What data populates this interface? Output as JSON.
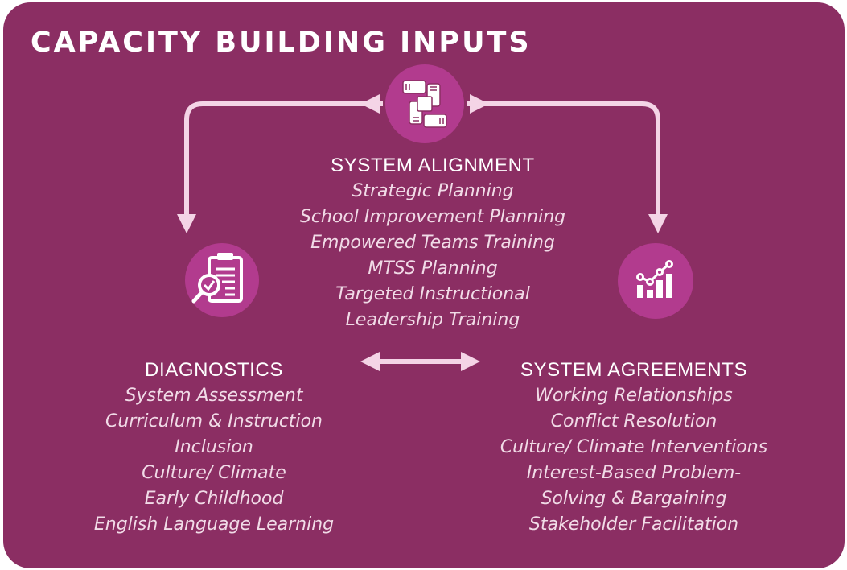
{
  "title": "CAPACITY BUILDING INPUTS",
  "colors": {
    "background": "#8b2e63",
    "icon_circle": "#b23b8e",
    "arrow": "#f4d4e6",
    "text": "#ffffff"
  },
  "nodes": {
    "system_alignment": {
      "icon": "hands-teamwork-icon",
      "heading": "SYSTEM ALIGNMENT",
      "items": [
        "Strategic Planning",
        "School Improvement Planning",
        "Empowered Teams Training",
        "MTSS Planning",
        "Targeted Instructional",
        "Leadership Training"
      ]
    },
    "diagnostics": {
      "icon": "clipboard-check-icon",
      "heading": "DIAGNOSTICS",
      "items": [
        "System Assessment",
        "Curriculum & Instruction",
        "Inclusion",
        "Culture/ Climate",
        "Early Childhood",
        "English Language Learning"
      ]
    },
    "system_agreements": {
      "icon": "growth-chart-icon",
      "heading": "SYSTEM AGREEMENTS",
      "items": [
        "Working Relationships",
        "Conflict Resolution",
        "Culture/ Climate Interventions",
        "Interest-Based Problem-",
        "Solving & Bargaining",
        "Stakeholder Facilitation"
      ]
    }
  }
}
